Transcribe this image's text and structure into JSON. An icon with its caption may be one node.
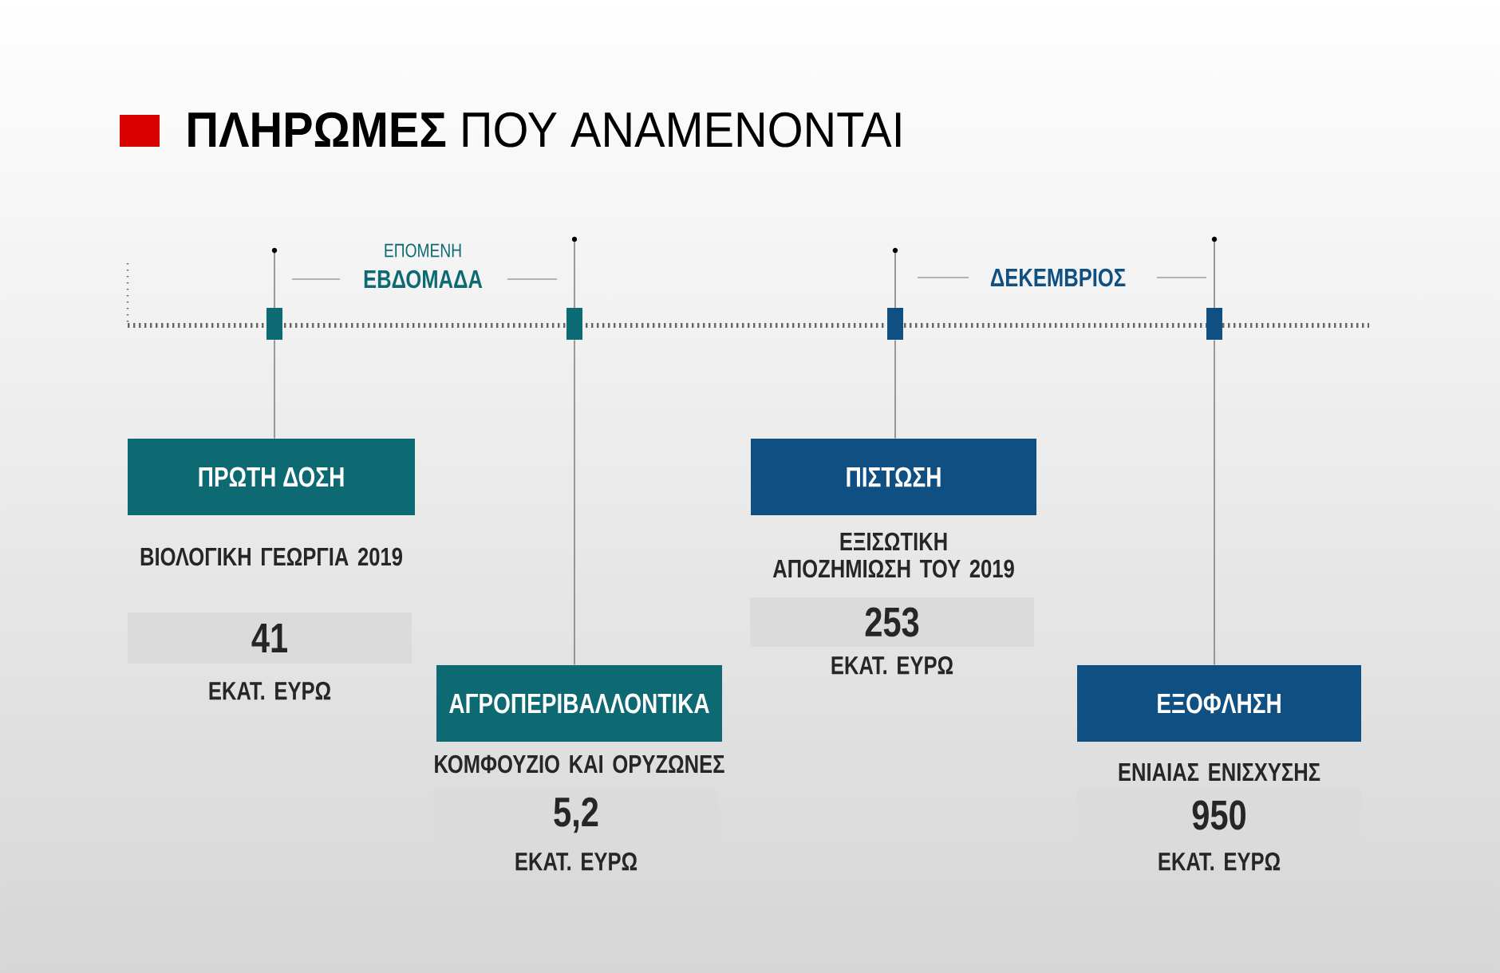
{
  "diagram": {
    "title": "**ΠΛΗΡΩΜΕΣ** ΠΟΥ ΑΝΑΜΕΝΟΝΤΑΙ",
    "nodes": [
      {
        "text": [],
        "shape": "box"
      },
      {
        "text": [],
        "shape": "box"
      },
      {
        "text": [],
        "shape": "box"
      },
      {
        "text": [],
        "shape": "box"
      },
      {
        "text": [
          "ΠΡΩΤΗ ΔΟΣΗ"
        ],
        "beside": [
          "ΒΙΟΛΟΓΙΚΗ ΓΕΩΡΓΙΑ 2019"
        ]
      },
      {
        "text": [
          "41"
        ],
        "beside": [
          "ΕΚΑΤ. ΕΥΡΩ"
        ]
      },
      {
        "text": [
          "ΑΓΡΟΠΕΡΙΒΑΛΛΟΝΤΙΚΑ"
        ],
        "beside": [
          "ΚΟΜΦΟΥΖΙΟ ΚΑΙ ΟΡΥΖΩΝΕΣ"
        ]
      },
      {
        "text": [
          "5,2"
        ],
        "beside": [
          "ΕΚΑΤ. ΕΥΡΩ"
        ]
      },
      {
        "text": [
          "ΠΙΣΤΩΣΗ"
        ],
        "beside": [
          "ΕΞΙΣΩΤΙΚΗ ΑΠΟΖΗΜΙΩΣΗ ΤΟΥ 2019"
        ]
      },
      {
        "text": [
          "253"
        ],
        "beside": [
          "ΕΚΑΤ. ΕΥΡΩ"
        ]
      },
      {
        "text": [
          "ΕΞΟΦΛΗΣΗ"
        ],
        "beside": [
          "ΕΝΙΑΙΑΣ ΕΝΙΣΧΥΣΗΣ"
        ]
      },
      {
        "text": [
          "950"
        ],
        "beside": [
          "ΕΚΑΤ. ΕΥΡΩ"
        ]
      }
    ],
    "edges": [
      {
        "from": 0,
        "to": 4,
        "arrow": "none"
      },
      {
        "from": 1,
        "to": 6,
        "arrow": "none"
      },
      {
        "from": 2,
        "to": 8,
        "arrow": "none"
      },
      {
        "from": 3,
        "to": 10,
        "arrow": "none"
      }
    ],
    "labels": [
      "ΕΠΟΜΕΝΗ",
      "ΕΒΔΟΜΑΔΑ",
      "ΔΕΚΕΜΒΡΙΟΣ"
    ]
  }
}
